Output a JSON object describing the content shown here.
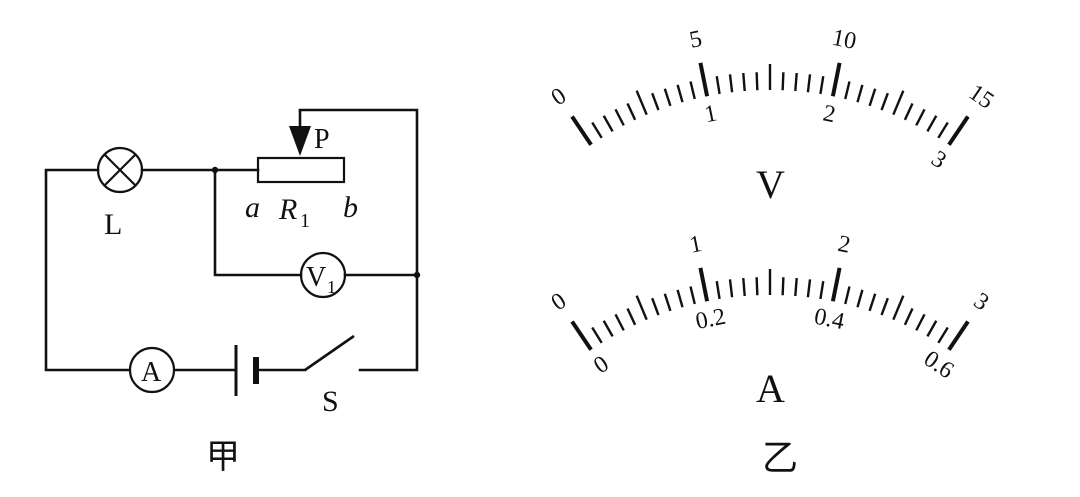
{
  "circuit": {
    "lamp_label": "L",
    "resistor_label": "R",
    "resistor_subscript": "1",
    "end_a_label": "a",
    "end_b_label": "b",
    "slider_label": "P",
    "voltmeter_symbol": "V",
    "voltmeter_subscript": "1",
    "ammeter_symbol": "A",
    "switch_label": "S",
    "figure_caption": "甲"
  },
  "meters": {
    "voltmeter": {
      "unit_label": "V",
      "outer_scale": [
        "0",
        "5",
        "10",
        "15"
      ],
      "inner_scale": [
        "1",
        "2",
        "3"
      ],
      "minor_divisions": 30
    },
    "ammeter": {
      "unit_label": "A",
      "outer_scale": [
        "0",
        "1",
        "2",
        "3"
      ],
      "inner_scale": [
        "0",
        "0.2",
        "0.4",
        "0.6"
      ],
      "minor_divisions": 30
    },
    "figure_caption": "乙"
  }
}
